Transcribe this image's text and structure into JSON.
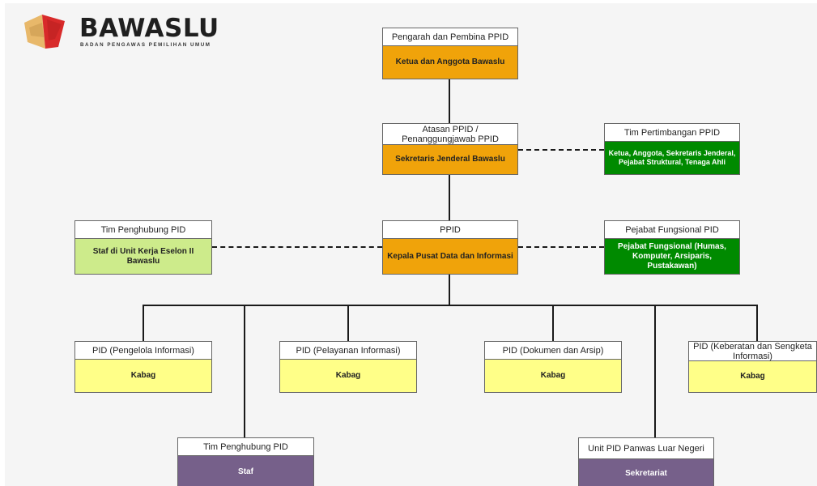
{
  "logo": {
    "word": "BAWASLU",
    "tagline": "BADAN PENGAWAS PEMILIHAN UMUM"
  },
  "nodes": {
    "pengarah": {
      "title": "Pengarah dan Pembina PPID",
      "body": "Ketua dan Anggota Bawaslu"
    },
    "atasan": {
      "title": "Atasan PPID / Penanggungjawab PPID",
      "body": "Sekretaris Jenderal Bawaslu"
    },
    "pertimbangan": {
      "title": "Tim Pertimbangan PPID",
      "body": "Ketua, Anggota, Sekretaris Jenderal, Pejabat Struktural, Tenaga Ahli"
    },
    "ppid": {
      "title": "PPID",
      "body": "Kepala Pusat Data dan Informasi"
    },
    "penghubung_top": {
      "title": "Tim Penghubung PID",
      "body": "Staf di Unit Kerja Eselon II Bawaslu"
    },
    "fungsional": {
      "title": "Pejabat Fungsional PID",
      "body": "Pejabat Fungsional (Humas, Komputer, Arsiparis, Pustakawan)"
    },
    "pengelola": {
      "title": "PID (Pengelola Informasi)",
      "body": "Kabag"
    },
    "pelayanan": {
      "title": "PID (Pelayanan Informasi)",
      "body": "Kabag"
    },
    "dokumen": {
      "title": "PID (Dokumen dan Arsip)",
      "body": "Kabag"
    },
    "keberatan": {
      "title": "PID (Keberatan dan Sengketa Informasi)",
      "body": "Kabag"
    },
    "penghubung_bottom": {
      "title": "Tim Penghubung PID",
      "body": "Staf"
    },
    "panwas": {
      "title": "Unit PID Panwas Luar Negeri",
      "body": "Sekretariat"
    }
  }
}
